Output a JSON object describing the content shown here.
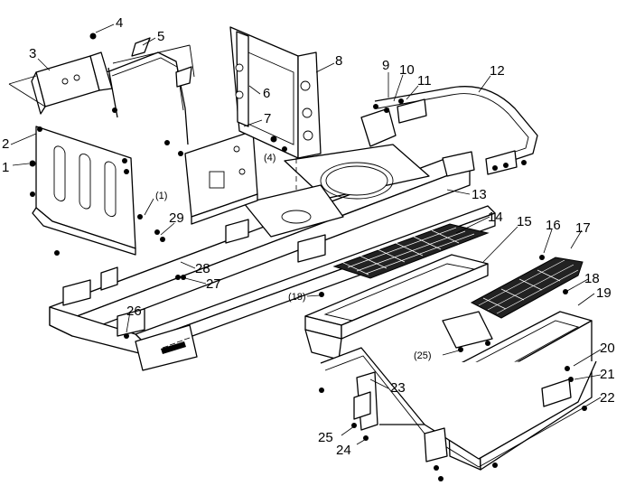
{
  "callouts": [
    {
      "id": "c1",
      "text": "1"
    },
    {
      "id": "c2",
      "text": "2"
    },
    {
      "id": "c3",
      "text": "3"
    },
    {
      "id": "c4",
      "text": "4"
    },
    {
      "id": "c5",
      "text": "5"
    },
    {
      "id": "c6",
      "text": "6"
    },
    {
      "id": "c7",
      "text": "7"
    },
    {
      "id": "c8",
      "text": "8"
    },
    {
      "id": "c9",
      "text": "9"
    },
    {
      "id": "c10",
      "text": "10"
    },
    {
      "id": "c11",
      "text": "11"
    },
    {
      "id": "c12",
      "text": "12"
    },
    {
      "id": "c13",
      "text": "13"
    },
    {
      "id": "c14",
      "text": "14"
    },
    {
      "id": "c15",
      "text": "15"
    },
    {
      "id": "c16",
      "text": "16"
    },
    {
      "id": "c17",
      "text": "17"
    },
    {
      "id": "c18",
      "text": "18"
    },
    {
      "id": "c19",
      "text": "19"
    },
    {
      "id": "c20",
      "text": "20"
    },
    {
      "id": "c21",
      "text": "21"
    },
    {
      "id": "c22",
      "text": "22"
    },
    {
      "id": "c23",
      "text": "23"
    },
    {
      "id": "c24",
      "text": "24"
    },
    {
      "id": "c25",
      "text": "25"
    },
    {
      "id": "c26",
      "text": "26"
    },
    {
      "id": "c27",
      "text": "27"
    },
    {
      "id": "c28",
      "text": "28"
    },
    {
      "id": "c29",
      "text": "29"
    }
  ],
  "ref_callouts": [
    {
      "id": "r1",
      "text": "(1)"
    },
    {
      "id": "r4",
      "text": "(4)"
    },
    {
      "id": "r18",
      "text": "(18)"
    },
    {
      "id": "r25",
      "text": "(25)"
    }
  ]
}
